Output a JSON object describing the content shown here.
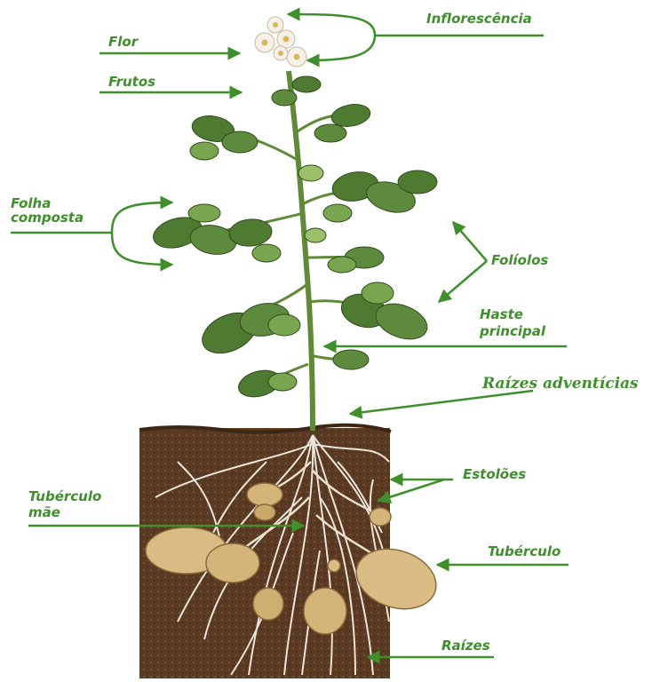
{
  "labels": {
    "inflorescencia": "Inflorescência",
    "flor": "Flor",
    "frutos": "Frutos",
    "folha_composta_1": "Folha",
    "folha_composta_2": "composta",
    "foliolos": "Folíolos",
    "haste_1": "Haste",
    "haste_2": "principal",
    "raizes_adventicias": "Raízes adventícias",
    "estoloes": "Estolões",
    "tuberculo_mae_1": "Tubérculo",
    "tuberculo_mae_2": "mãe",
    "tuberculo": "Tubérculo",
    "raizes": "Raízes"
  },
  "colors": {
    "label": "#3f8f2c",
    "leaf": "#4f7a32",
    "leaf_light": "#9cbf6a",
    "stem": "#5f8a38",
    "soil": "#5a3a22",
    "tuber": "#d4b479",
    "root": "#f3efe4",
    "flower": "#f7f0e6"
  }
}
